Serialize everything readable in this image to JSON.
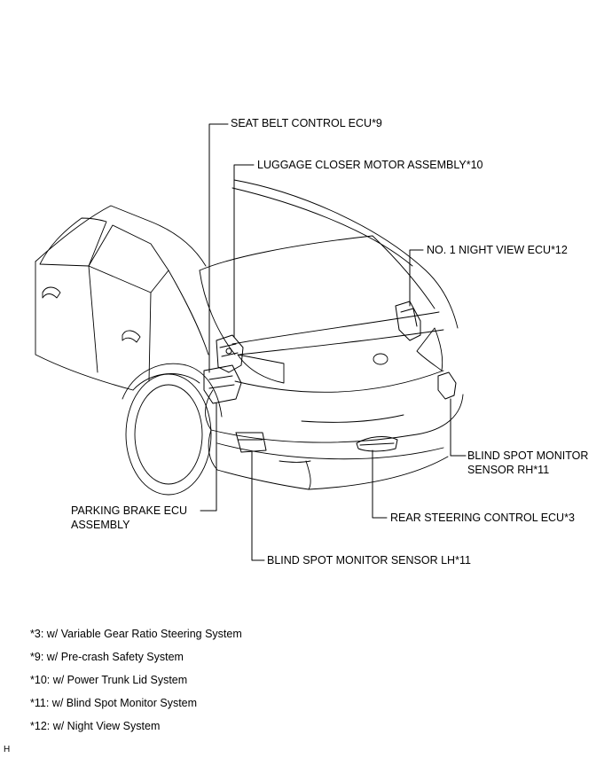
{
  "labels": {
    "seat_belt": "SEAT BELT CONTROL ECU*9",
    "luggage_closer": "LUGGAGE CLOSER MOTOR ASSEMBLY*10",
    "night_view": "NO. 1 NIGHT VIEW ECU*12",
    "bsm_rh_line1": "BLIND SPOT MONITOR",
    "bsm_rh_line2": "SENSOR RH*11",
    "parking_brake_line1": "PARKING BRAKE ECU",
    "parking_brake_line2": "ASSEMBLY",
    "rear_steering": "REAR STEERING CONTROL ECU*3",
    "bsm_lh": "BLIND SPOT MONITOR SENSOR LH*11"
  },
  "notes": [
    "*3: w/ Variable Gear Ratio Steering System",
    "*9: w/ Pre-crash Safety System",
    "*10: w/ Power Trunk Lid System",
    "*11: w/ Blind Spot Monitor System",
    "*12: w/ Night View System"
  ],
  "corner_mark": "H"
}
